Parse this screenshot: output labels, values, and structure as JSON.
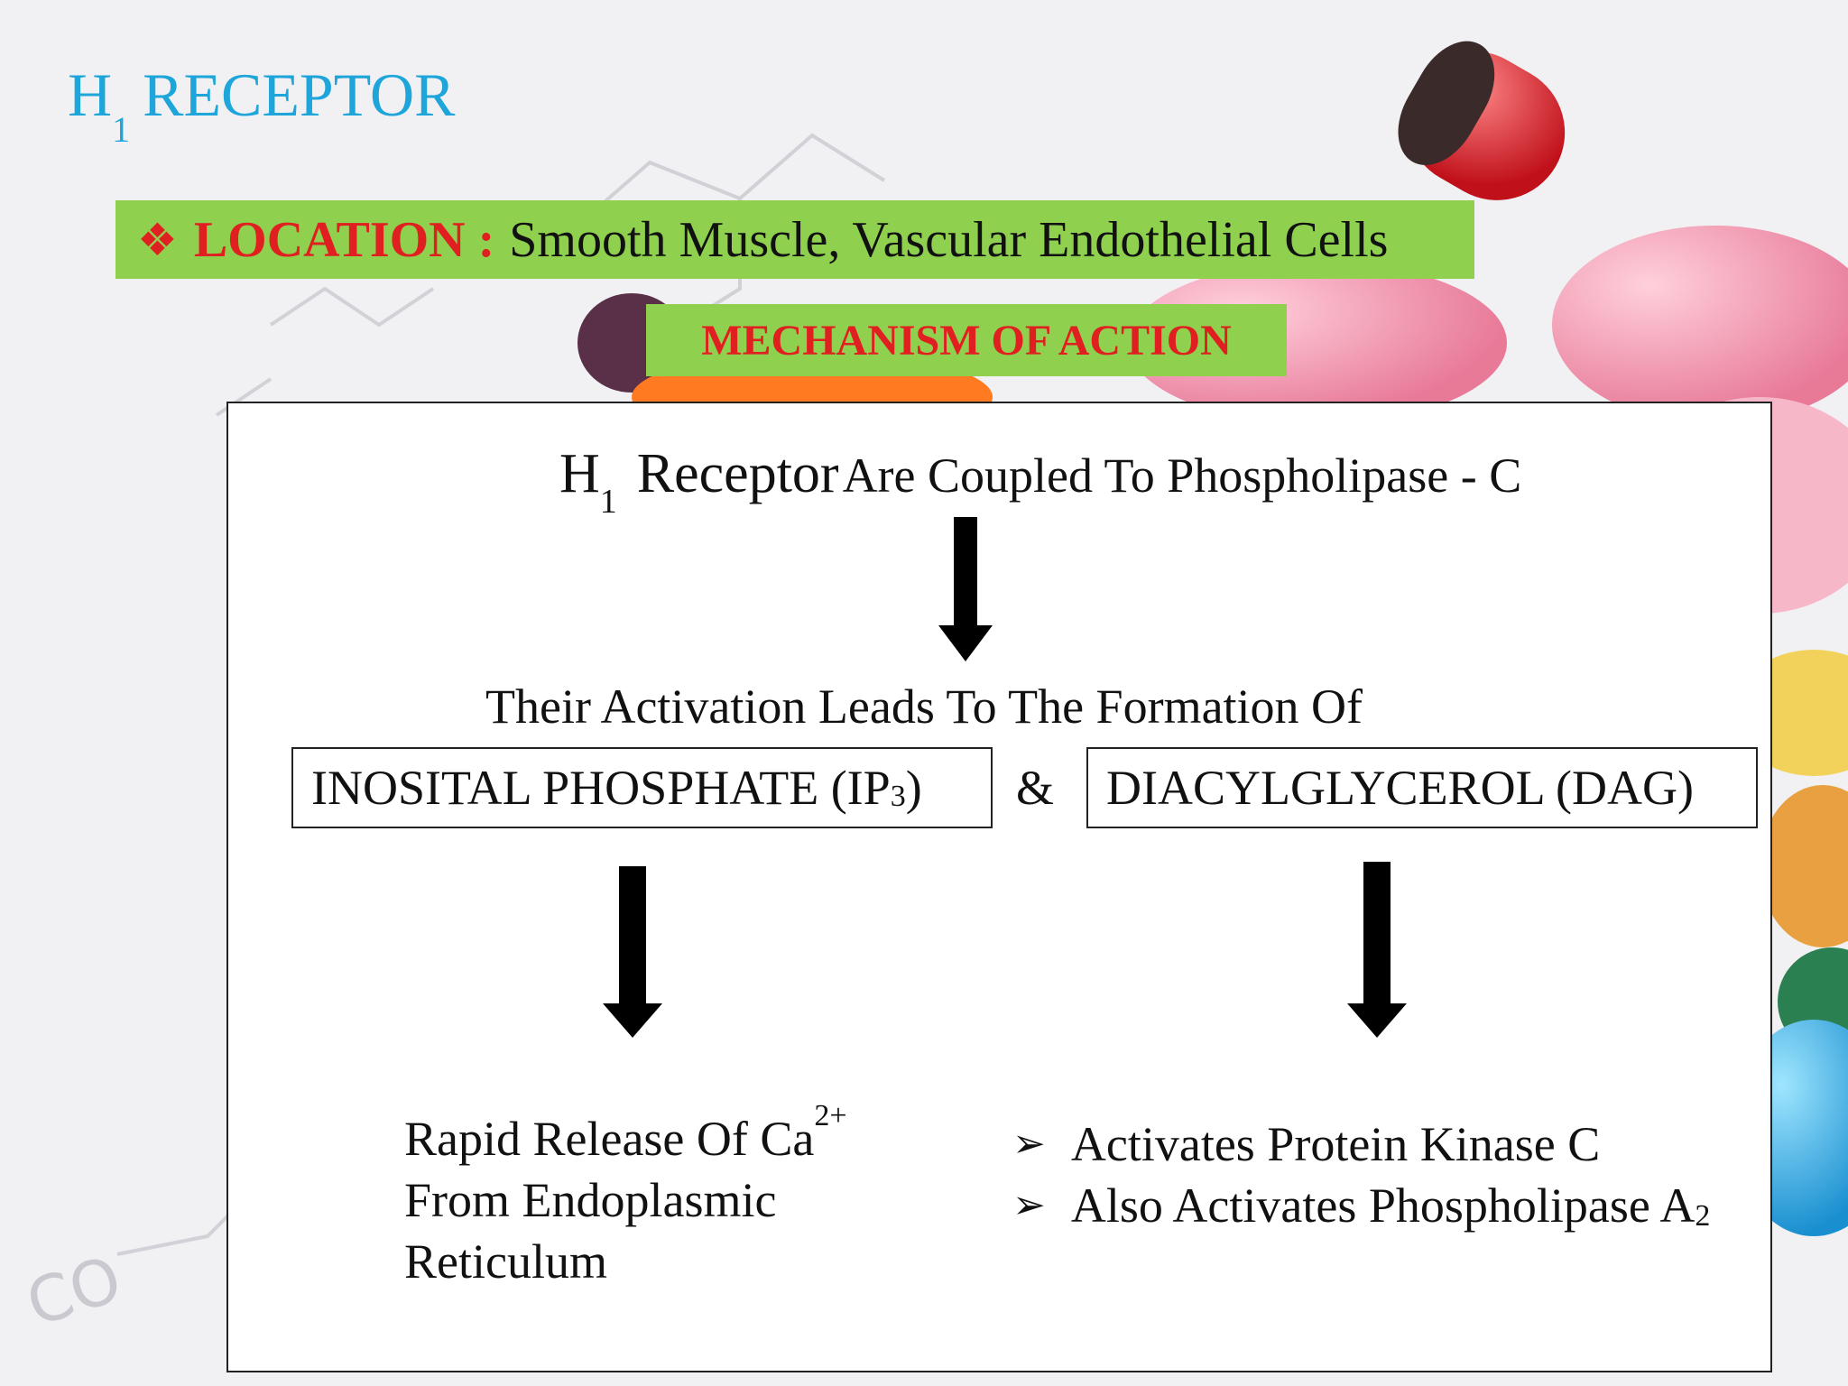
{
  "slide": {
    "title": {
      "main": "H",
      "sub": "1",
      "rest": "RECEPTOR"
    },
    "location": {
      "glyph": "❖",
      "label": "LOCATION :",
      "text": "Smooth Muscle, Vascular Endothelial Cells"
    },
    "mechanism_heading": "MECHANISM OF ACTION",
    "flow": {
      "step1": {
        "h": "H",
        "sub": "1",
        "word": "Receptor",
        "rest": "Are Coupled To Phospholipase - C"
      },
      "step2": "Their Activation Leads To The Formation Of",
      "ip3": {
        "text": "INOSITAL PHOSPHATE (IP",
        "sub": "3",
        "close": ")"
      },
      "amp": "&",
      "dag": "DIACYLGLYCEROL (DAG)",
      "result_left": {
        "line1": "Rapid Release Of Ca",
        "sup": "2+",
        "line2": "From Endoplasmic",
        "line3": "Reticulum"
      },
      "result_right": {
        "bullet": "➢",
        "item1": "Activates Protein Kinase C",
        "item2": "Also Activates Phospholipase A",
        "item2_sub": "2"
      }
    }
  },
  "colors": {
    "title": "#1ea5d9",
    "highlight_green": "#8fd14f",
    "label_red": "#e02020"
  }
}
